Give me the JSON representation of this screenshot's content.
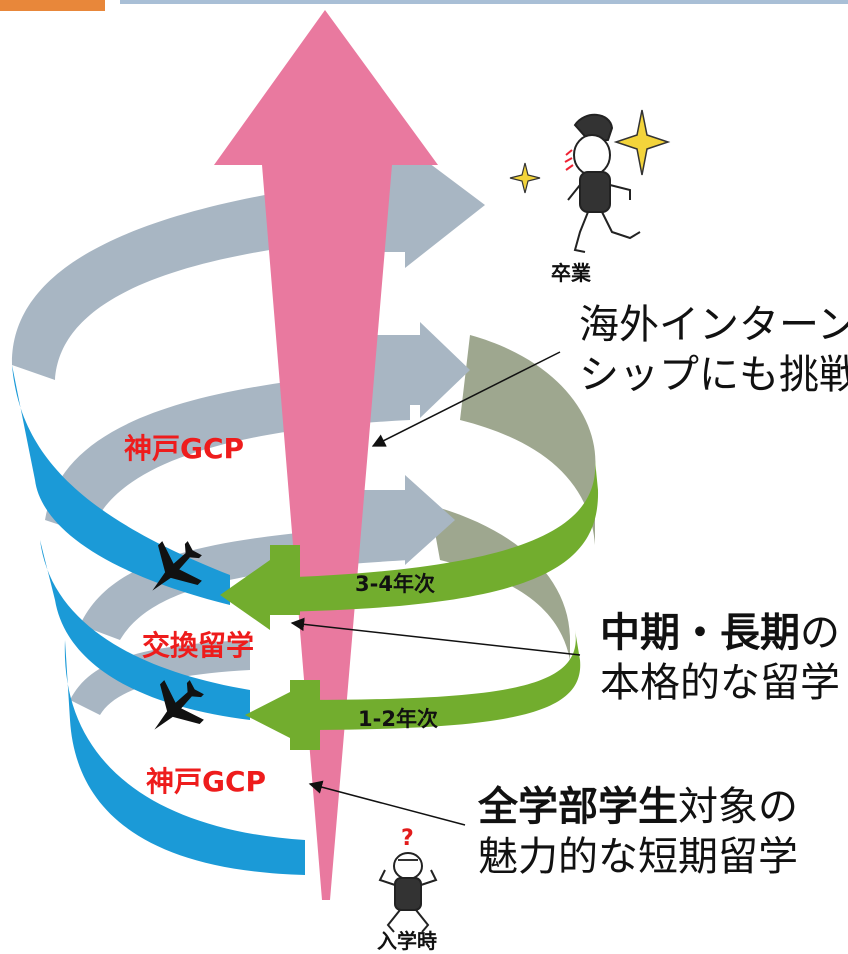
{
  "colors": {
    "top_bar": "#a9bfd6",
    "top_bar_accent": "#e8873a",
    "center_arrow": "#e9799f",
    "band_blue": "#1b9ad7",
    "band_green": "#72ad2e",
    "band_grey": "#a8b6c3",
    "band_olive": "#9ea78f",
    "label_red": "#ee1c1c"
  },
  "icons": [
    "airplane-icon",
    "airplane-icon",
    "sparkle-icon",
    "graduate-figure-icon",
    "confused-student-icon"
  ],
  "labels": {
    "graduation": "卒業",
    "entrance": "入学時",
    "kobe_gcp_upper": "神戸GCP",
    "kobe_gcp_lower": "神戸GCP",
    "exchange": "交換留学",
    "year_34": "3-4年次",
    "year_12": "1-2年次",
    "question_mark": "?"
  },
  "notes": {
    "internship_line1": "海外インターン",
    "internship_line2": "シップにも挑戦",
    "midlong_bold": "中期・長期",
    "midlong_rest": "の",
    "midlong_line2": "本格的な留学",
    "short_bold": "全学部学生",
    "short_rest": "対象の",
    "short_line2": "魅力的な短期留学"
  }
}
